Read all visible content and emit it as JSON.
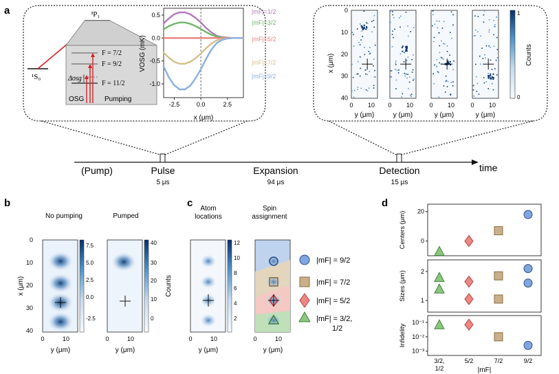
{
  "panel_labels": {
    "a": "a",
    "b": "b",
    "c": "c",
    "d": "d"
  },
  "colors": {
    "mf_12": "#b07ab8",
    "mf_32": "#72b56b",
    "mf_52": "#e8827f",
    "mf_72": "#d2bf8c",
    "mf_92": "#8aaee2",
    "circle_fill": "#7fa6de",
    "square_fill": "#c9b08a",
    "diamond_fill": "#e98884",
    "triangle_fill": "#8cc77f",
    "laser_red": "#d42020",
    "heat_dark": "#0b3a73"
  },
  "level_diagram": {
    "upper_state": "³P₁",
    "ground_state": "¹S₀",
    "hyperfine": [
      "F = 7/2",
      "F = 9/2",
      "F = 11/2"
    ],
    "detuning": "Δosg",
    "osg_label": "OSG",
    "pumping_label": "Pumping"
  },
  "timeline": {
    "stages": [
      {
        "name": "(Pump)",
        "duration": ""
      },
      {
        "name": "Pulse",
        "duration": "5 μs"
      },
      {
        "name": "Expansion",
        "duration": "94 μs"
      },
      {
        "name": "Detection",
        "duration": "15 μs"
      }
    ],
    "axis_label": "time"
  },
  "panel_a_images": {
    "xlabel": "y (μm)",
    "ylabel": "x (μm)",
    "colorbar_label": "Counts",
    "colorbar_ticks": [
      "1",
      "0"
    ]
  },
  "panel_b": {
    "titles": [
      "No pumping",
      "Pumped"
    ],
    "xlabel": "y (μm)",
    "ylabel": "x (μm)",
    "colorbar1_ticks": [
      "7.5",
      "5.0",
      "2.5",
      "0.0",
      "-2.5"
    ],
    "colorbar2_ticks": [
      "40",
      "30",
      "20",
      "10",
      "0"
    ],
    "colorbar_label": "Counts"
  },
  "panel_c": {
    "titles": [
      "Atom\nlocations",
      "Spin\nassignment"
    ],
    "xlabel": "y (μm)",
    "colorbar_ticks": [
      "12",
      "10",
      "8",
      "6",
      "4",
      "2"
    ],
    "legend": [
      {
        "marker": "circle",
        "label": "|mF| = 9/2"
      },
      {
        "marker": "square",
        "label": "|mF| = 7/2"
      },
      {
        "marker": "diamond",
        "label": "|mF| = 5/2"
      },
      {
        "marker": "triangle",
        "label": "|mF| = 3/2,"
      },
      {
        "marker": "none",
        "label": "1/2"
      }
    ]
  },
  "chart_data": [
    {
      "type": "line",
      "title": "",
      "xlabel": "x (μm)",
      "ylabel": "VOSG (mK)",
      "xlim": [
        -3.5,
        4
      ],
      "ylim": [
        -1.3,
        0.65
      ],
      "xticks": [
        "-2.5",
        "0.0",
        "2.5"
      ],
      "yticks": [
        "0.5",
        "0.0",
        "-0.5",
        "-1.0"
      ],
      "x": [
        -3.5,
        -3.0,
        -2.5,
        -2.0,
        -1.5,
        -1.0,
        -0.5,
        0.0,
        0.5,
        1.0,
        1.5,
        2.0,
        2.5,
        3.0,
        3.5,
        4.0
      ],
      "series": [
        {
          "name": "|mF|=1/2",
          "values": [
            0.32,
            0.43,
            0.52,
            0.56,
            0.56,
            0.52,
            0.44,
            0.34,
            0.22,
            0.12,
            0.05,
            0.02,
            0.01,
            0.0,
            0.0,
            0.0
          ]
        },
        {
          "name": "|mF|=3/2",
          "values": [
            0.19,
            0.26,
            0.31,
            0.34,
            0.34,
            0.31,
            0.26,
            0.2,
            0.13,
            0.07,
            0.03,
            0.01,
            0.0,
            0.0,
            0.0,
            0.0
          ]
        },
        {
          "name": "|mF|=5/2",
          "values": [
            0.0,
            0.0,
            0.0,
            0.0,
            0.0,
            0.0,
            0.0,
            0.0,
            0.0,
            0.0,
            0.0,
            0.0,
            0.0,
            0.0,
            0.0,
            0.0
          ]
        },
        {
          "name": "|mF|=7/2",
          "values": [
            -0.32,
            -0.43,
            -0.52,
            -0.56,
            -0.56,
            -0.52,
            -0.44,
            -0.34,
            -0.22,
            -0.12,
            -0.05,
            -0.02,
            -0.01,
            0.0,
            0.0,
            0.0
          ]
        },
        {
          "name": "|mF|=9/2",
          "values": [
            -0.62,
            -0.86,
            -1.03,
            -1.12,
            -1.12,
            -1.04,
            -0.88,
            -0.68,
            -0.45,
            -0.25,
            -0.11,
            -0.04,
            -0.01,
            0.0,
            0.0,
            0.0
          ]
        }
      ]
    },
    {
      "type": "scatter",
      "title": "",
      "xlabel": "|mF|",
      "ylabel": "Centers (μm)",
      "categories": [
        "3/2, 1/2",
        "5/2",
        "7/2",
        "9/2"
      ],
      "ylim": [
        -10,
        25
      ],
      "yticks": [
        "20",
        "0"
      ],
      "points": [
        {
          "x": "3/2, 1/2",
          "y": -7,
          "marker": "triangle"
        },
        {
          "x": "5/2",
          "y": 0,
          "marker": "diamond"
        },
        {
          "x": "7/2",
          "y": 7,
          "marker": "square"
        },
        {
          "x": "9/2",
          "y": 18,
          "marker": "circle"
        }
      ]
    },
    {
      "type": "scatter",
      "title": "",
      "xlabel": "|mF|",
      "ylabel": "Sizes (μm)",
      "categories": [
        "3/2, 1/2",
        "5/2",
        "7/2",
        "9/2"
      ],
      "ylim": [
        0.6,
        2.4
      ],
      "yticks": [
        "2",
        "1"
      ],
      "points": [
        {
          "x": "3/2, 1/2",
          "y": 1.8,
          "marker": "triangle"
        },
        {
          "x": "3/2, 1/2",
          "y": 1.4,
          "marker": "triangle"
        },
        {
          "x": "5/2",
          "y": 1.65,
          "marker": "diamond"
        },
        {
          "x": "5/2",
          "y": 1.05,
          "marker": "diamond"
        },
        {
          "x": "7/2",
          "y": 1.85,
          "marker": "square"
        },
        {
          "x": "7/2",
          "y": 1.05,
          "marker": "square"
        },
        {
          "x": "9/2",
          "y": 2.1,
          "marker": "circle"
        },
        {
          "x": "9/2",
          "y": 1.6,
          "marker": "circle"
        }
      ]
    },
    {
      "type": "scatter",
      "title": "",
      "xlabel": "|mF|",
      "ylabel": "Infidelity",
      "yscale": "log",
      "categories": [
        "3/2, 1/2",
        "5/2",
        "7/2",
        "9/2"
      ],
      "ylim": [
        0.0005,
        0.3
      ],
      "yticks": [
        "10⁻¹",
        "10⁻²",
        "10⁻³"
      ],
      "points": [
        {
          "x": "3/2, 1/2",
          "y": 0.07,
          "marker": "triangle"
        },
        {
          "x": "5/2",
          "y": 0.07,
          "marker": "diamond"
        },
        {
          "x": "7/2",
          "y": 0.01,
          "marker": "square"
        },
        {
          "x": "9/2",
          "y": 0.0025,
          "marker": "circle"
        }
      ]
    }
  ]
}
